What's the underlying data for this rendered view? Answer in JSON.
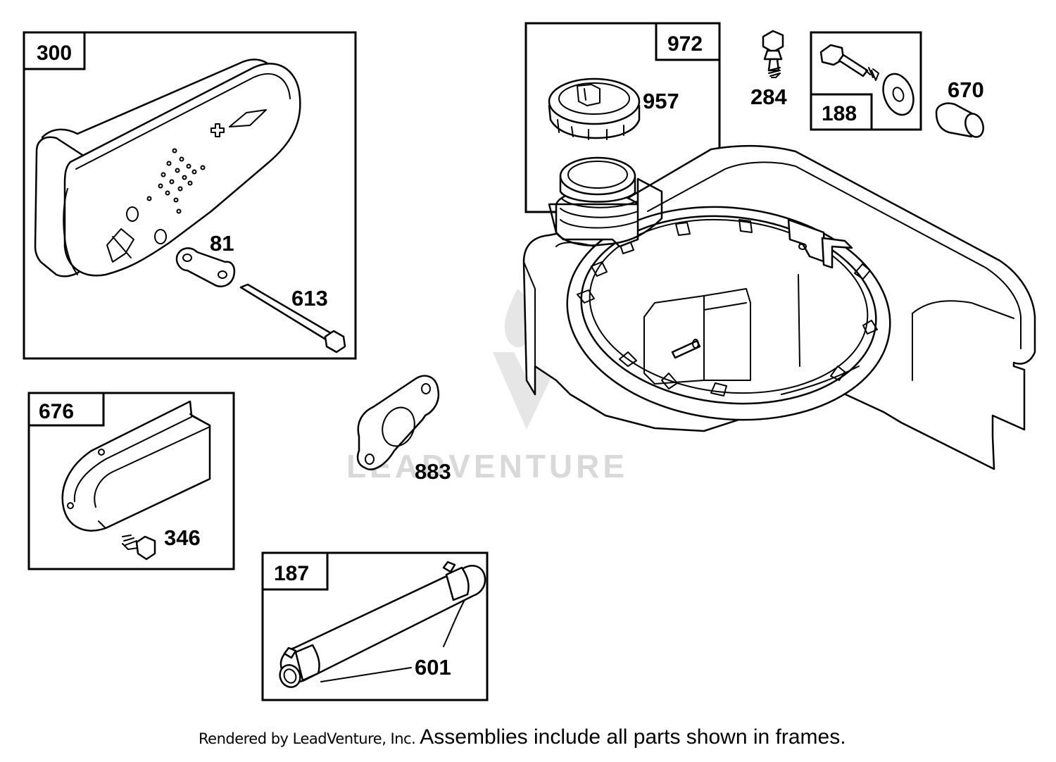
{
  "assemblies": [
    {
      "id": "300",
      "parts": [
        "81",
        "613"
      ]
    },
    {
      "id": "972",
      "parts": [
        "957"
      ]
    },
    {
      "id": "188",
      "parts": []
    },
    {
      "id": "676",
      "parts": [
        "346"
      ]
    },
    {
      "id": "187",
      "parts": [
        "601"
      ]
    }
  ],
  "labels": {
    "asm_300": "300",
    "asm_972": "972",
    "asm_188": "188",
    "asm_676": "676",
    "asm_187": "187",
    "p81": "81",
    "p613": "613",
    "p957": "957",
    "p284": "284",
    "p670": "670",
    "p883": "883",
    "p346": "346",
    "p601": "601"
  },
  "watermark": {
    "text": "LEADVENTURE"
  },
  "footer": {
    "credit": "Rendered by LeadVenture, Inc.",
    "note": "Assemblies include all parts shown in frames."
  },
  "colors": {
    "line": "#000000",
    "background": "#ffffff",
    "watermark": "#d9d9d9"
  }
}
